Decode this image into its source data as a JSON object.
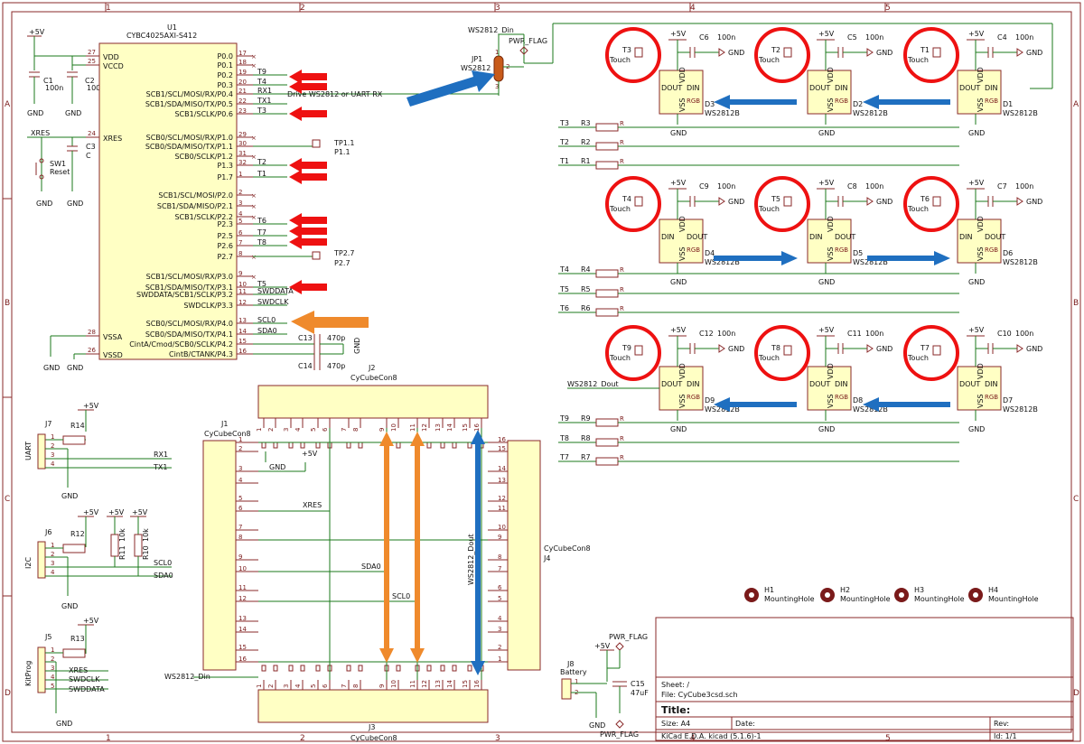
{
  "frame": {
    "cols": [
      "1",
      "2",
      "3",
      "4",
      "5"
    ],
    "rows": [
      "A",
      "B",
      "C",
      "D"
    ]
  },
  "colors": {
    "wire": "#1b7a1b",
    "component": "#8a2a2a",
    "ic_fill": "#ffffc4",
    "red": "#e11111",
    "blue": "#1f6fc0",
    "orange": "#ef8a2c"
  },
  "icons": {
    "red_arrow": "arrow-left",
    "blue_arrow": "arrow",
    "orange_arrow": "double-arrow",
    "touch_circle": "circle-highlight",
    "mounting_hole": "circle-dot"
  },
  "power": {
    "left": [
      {
        "label": "+5V",
        "refs": [
          "C1",
          "C2"
        ]
      },
      {
        "c1": "C1",
        "c1v": "100n",
        "c2": "C2",
        "c2v": "100",
        "gnd": "GND"
      }
    ],
    "xres": "XRES",
    "sw": "SW1",
    "sw_name": "Reset",
    "c3": "C3",
    "c3v": "C"
  },
  "u1": {
    "ref": "U1",
    "name": "CYBC4025AXI-S412",
    "left_pins": [
      {
        "num": "27",
        "name": "VDD"
      },
      {
        "num": "25",
        "name": "VCCD"
      },
      {
        "num": "24",
        "name": "XRES"
      },
      {
        "num": "28",
        "name": "VSSA"
      },
      {
        "num": "26",
        "name": "VSSD"
      }
    ],
    "right_pins": [
      {
        "num": "17",
        "name": "P0.0",
        "net": ""
      },
      {
        "num": "18",
        "name": "P0.1",
        "net": ""
      },
      {
        "num": "19",
        "name": "P0.2",
        "net": "T9"
      },
      {
        "num": "20",
        "name": "P0.3",
        "net": "T4"
      },
      {
        "num": "21",
        "name": "SCB1/SCL/MOSI/RX/P0.4",
        "net": "RX1"
      },
      {
        "num": "22",
        "name": "SCB1/SDA/MISO/TX/P0.5",
        "net": "TX1"
      },
      {
        "num": "23",
        "name": "SCB1/SCLK/P0.6",
        "net": "T3"
      },
      {
        "num": "29",
        "name": "SCB0/SCL/MOSI/RX/P1.0",
        "net": ""
      },
      {
        "num": "30",
        "name": "SCB0/SDA/MISO/TX/P1.1",
        "net": ""
      },
      {
        "num": "31",
        "name": "SCB0/SCLK/P1.2",
        "net": ""
      },
      {
        "num": "32",
        "name": "P1.3",
        "net": "T2"
      },
      {
        "num": "1",
        "name": "P1.7",
        "net": "T1"
      },
      {
        "num": "2",
        "name": "SCB1/SCL/MOSI/P2.0",
        "net": ""
      },
      {
        "num": "3",
        "name": "SCB1/SDA/MISO/P2.1",
        "net": ""
      },
      {
        "num": "4",
        "name": "SCB1/SCLK/P2.2",
        "net": ""
      },
      {
        "num": "5",
        "name": "P2.3",
        "net": "T6"
      },
      {
        "num": "6",
        "name": "P2.5",
        "net": "T7"
      },
      {
        "num": "7",
        "name": "P2.6",
        "net": "T8"
      },
      {
        "num": "8",
        "name": "P2.7",
        "net": ""
      },
      {
        "num": "9",
        "name": "SCB1/SCL/MOSI/RX/P3.0",
        "net": ""
      },
      {
        "num": "10",
        "name": "SCB1/SDA/MISO/TX/P3.1",
        "net": "T5"
      },
      {
        "num": "11",
        "name": "SWDDATA/SCB1/SCLK/P3.2",
        "net": "SWDDATA"
      },
      {
        "num": "12",
        "name": "SWDCLK/P3.3",
        "net": "SWDCLK"
      },
      {
        "num": "13",
        "name": "SCB0/SCL/MOSI/RX/P4.0",
        "net": "SCL0"
      },
      {
        "num": "14",
        "name": "SCB0/SDA/MISO/TX/P4.1",
        "net": "SDA0"
      },
      {
        "num": "15",
        "name": "CintA/Cmod/SCB0/SCLK/P4.2",
        "net": ""
      },
      {
        "num": "16",
        "name": "CintB/CTANK/P4.3",
        "net": ""
      }
    ],
    "drive_label": "Drive WS2812 or UART RX",
    "tp1": "TP1.1",
    "tp1b": "P1.1",
    "tp2": "TP2.7",
    "tp2b": "P2.7",
    "c13": "C13",
    "c13v": "470p",
    "c14": "C14",
    "c14v": "470p"
  },
  "jp1": {
    "ref": "JP1",
    "name": "WS2812",
    "net": "WS2812_Din",
    "flag": "PWR_FLAG",
    "pins": [
      "1",
      "2",
      "3"
    ]
  },
  "touch": [
    "T3",
    "T2",
    "T1",
    "T4",
    "T5",
    "T6",
    "T9",
    "T8",
    "T7"
  ],
  "touch_label": "Touch",
  "leds": [
    {
      "ref": "D3",
      "cap": "C6",
      "capv": "100n"
    },
    {
      "ref": "D2",
      "cap": "C5",
      "capv": "100n"
    },
    {
      "ref": "D1",
      "cap": "C4",
      "capv": "100n"
    },
    {
      "ref": "D4",
      "cap": "C9",
      "capv": "100n"
    },
    {
      "ref": "D5",
      "cap": "C8",
      "capv": "100n"
    },
    {
      "ref": "D6",
      "cap": "C7",
      "capv": "100n"
    },
    {
      "ref": "D9",
      "cap": "C12",
      "capv": "100n"
    },
    {
      "ref": "D8",
      "cap": "C11",
      "capv": "100n"
    },
    {
      "ref": "D7",
      "cap": "C10",
      "capv": "100n"
    }
  ],
  "led_part": "WS2812B",
  "led_pins": {
    "vdd": "VDD",
    "vss": "VSS",
    "din": "DIN",
    "dout": "DOUT",
    "rgb": "RGB"
  },
  "resistors": [
    {
      "net": "T3",
      "ref": "R3"
    },
    {
      "net": "T2",
      "ref": "R2"
    },
    {
      "net": "T1",
      "ref": "R1"
    },
    {
      "net": "T4",
      "ref": "R4"
    },
    {
      "net": "T5",
      "ref": "R5"
    },
    {
      "net": "T6",
      "ref": "R6"
    },
    {
      "net": "T9",
      "ref": "R9"
    },
    {
      "net": "T8",
      "ref": "R8"
    },
    {
      "net": "T7",
      "ref": "R7"
    }
  ],
  "res_val": "R",
  "ws_dout": "WS2812_Dout",
  "gnd": "GND",
  "p5v": "+5V",
  "headers": {
    "j7": {
      "ref": "J7",
      "title": "UART",
      "r": "R14",
      "nets": [
        "RX1",
        "TX1"
      ],
      "pins": [
        "1",
        "2",
        "3",
        "4"
      ]
    },
    "j6": {
      "ref": "J6",
      "title": "I2C",
      "r": "R12",
      "r11": "R11",
      "r11v": "10k",
      "r10": "R10",
      "r10v": "10k",
      "nets": [
        "SCL0",
        "SDA0"
      ],
      "pins": [
        "1",
        "2",
        "3",
        "4"
      ]
    },
    "j5": {
      "ref": "J5",
      "title": "KitProg",
      "r": "R13",
      "nets": [
        "XRES",
        "SWDCLK",
        "SWDDATA"
      ],
      "pins": [
        "1",
        "2",
        "3",
        "4",
        "5"
      ]
    }
  },
  "cubecon": {
    "j1": {
      "ref": "J1",
      "name": "CyCubeCon8"
    },
    "j2": {
      "ref": "J2",
      "name": "CyCubeCon8"
    },
    "j3": {
      "ref": "J3",
      "name": "CyCubeCon8"
    },
    "j4": {
      "ref": "J4",
      "name": "CyCubeCon8"
    },
    "nets": {
      "xres": "XRES",
      "sda": "SDA0",
      "scl": "SCL0",
      "dout": "WS2812_Dout",
      "din": "WS2812_Din"
    },
    "pins16": [
      "1",
      "2",
      "3",
      "4",
      "5",
      "6",
      "7",
      "8",
      "9",
      "10",
      "11",
      "12",
      "13",
      "14",
      "15",
      "16"
    ]
  },
  "mounting": [
    {
      "ref": "H1",
      "name": "MountingHole"
    },
    {
      "ref": "H2",
      "name": "MountingHole"
    },
    {
      "ref": "H3",
      "name": "MountingHole"
    },
    {
      "ref": "H4",
      "name": "MountingHole"
    }
  ],
  "battery": {
    "ref": "J8",
    "name": "Battery",
    "c": "C15",
    "cv": "47uF",
    "flag": "PWR_FLAG",
    "pins": [
      "1",
      "2"
    ]
  },
  "title_block": {
    "sheet": "Sheet: /",
    "file": "File: CyCube3csd.sch",
    "title": "Title:",
    "size": "Size: A4",
    "date": "Date:",
    "rev": "Rev:",
    "tool": "KiCad E.D.A.  kicad (5.1.6)-1",
    "id": "Id: 1/1"
  }
}
